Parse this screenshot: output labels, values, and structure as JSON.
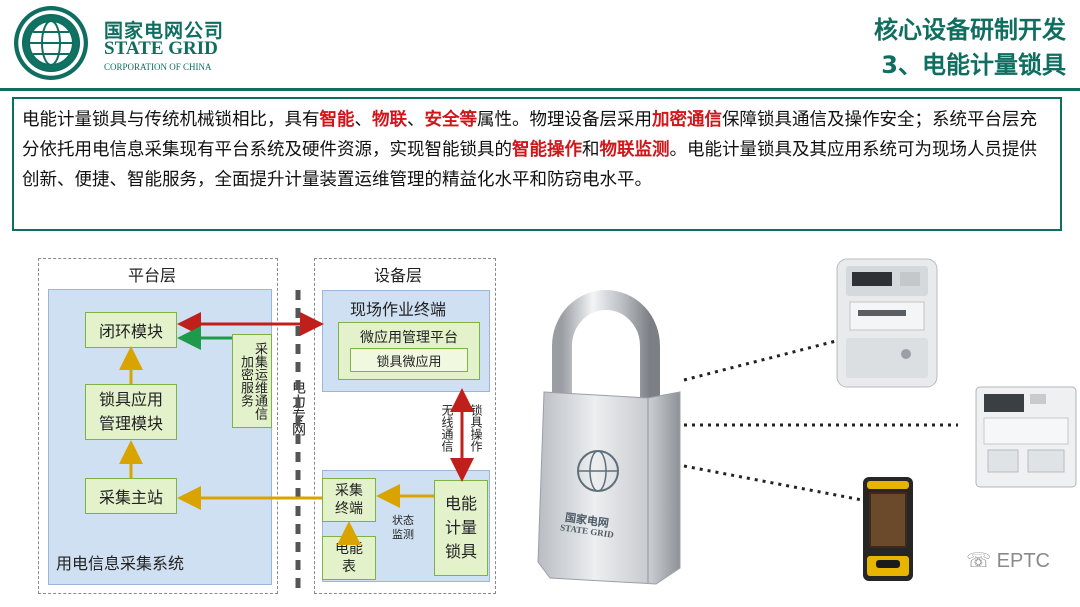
{
  "header": {
    "logo_cn": "国家电网公司",
    "logo_en": "STATE GRID",
    "logo_sub": "CORPORATION OF CHINA",
    "title_line1": "核心设备研制开发",
    "title_line2": "3、电能计量锁具"
  },
  "intro": {
    "p1": "电能计量锁具与传统机械锁相比，具有",
    "h1": "智能",
    "s1": "、",
    "h2": "物联",
    "s2": "、",
    "h3": "安全等",
    "p2": "属性。物理设备层采用",
    "h4": "加密通信",
    "p3": "保障锁具通信及操作安全；系统平台层充分依托用电信息采集现有平台系统及硬件资源，实现智能锁具的",
    "h5": "智能操作",
    "p4": "和",
    "h6": "物联监测",
    "p5": "。电能计量锁具及其应用系统可为现场人员提供创新、便捷、智能服务，全面提升计量装置运维管理的精益化水平和防窃电水平。"
  },
  "diagram": {
    "platform_layer": "平台层",
    "device_layer": "设备层",
    "closed_loop": "闭环模块",
    "lock_app_mgmt": "锁具应用管理模块",
    "master_station": "采集主站",
    "system_name": "用电信息采集系统",
    "collect_service": "采集运维通信加密服务",
    "power_network": "电力专网",
    "field_terminal": "现场作业终端",
    "micro_platform": "微应用管理平台",
    "lock_micro_app": "锁具微应用",
    "wireless": "无线通信",
    "lock_operation": "锁具操作",
    "collect_terminal": "采集终端",
    "meter": "电能表",
    "status_monitor": "状态监测",
    "energy_lock": "电能计量锁具"
  },
  "lock_label": {
    "cn": "国家电网",
    "en": "STATE GRID"
  },
  "watermark": "EPTC",
  "colors": {
    "brand": "#0f6e60",
    "highlight": "#d0161a",
    "arrow_red": "#c0201c",
    "arrow_green": "#1f9a4a",
    "arrow_gold": "#d9a400"
  }
}
